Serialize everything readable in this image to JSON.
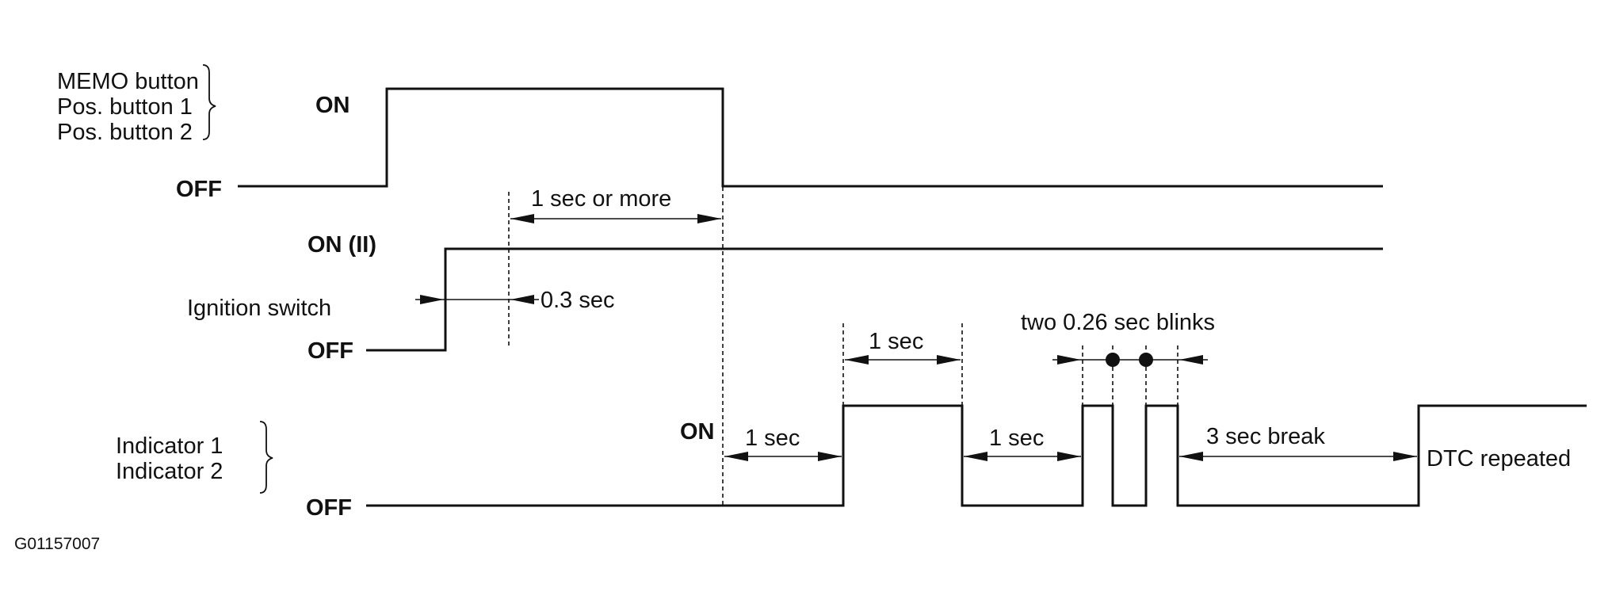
{
  "diagram": {
    "memo_group": {
      "labels": [
        "MEMO button",
        "Pos. button 1",
        "Pos. button 2"
      ],
      "on_label": "ON",
      "off_label": "OFF"
    },
    "ignition": {
      "label": "Ignition switch",
      "on_label": "ON (II)",
      "off_label": "OFF"
    },
    "indicator_group": {
      "labels": [
        "Indicator 1",
        "Indicator 2"
      ],
      "on_label": "ON",
      "off_label": "OFF"
    },
    "annotations": {
      "one_sec_or_more": "1 sec or more",
      "delay_0_3": "0.3 sec",
      "pulse_1sec_top": "1 sec",
      "gap_1sec_a": "1 sec",
      "gap_1sec_b": "1 sec",
      "blinks": "two 0.26 sec blinks",
      "break": "3 sec break",
      "repeated": "DTC repeated"
    },
    "figure_code": "G01157007"
  }
}
